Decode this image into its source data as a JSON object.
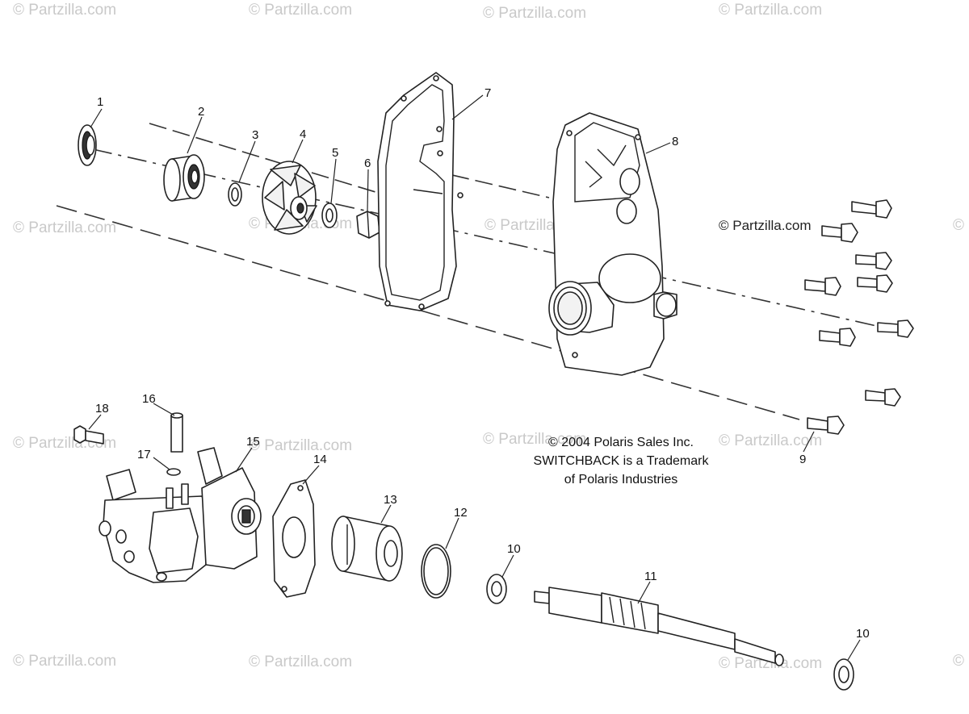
{
  "watermarks": [
    "© Partzilla.com",
    "© Partzilla.com",
    "© Partzilla.com",
    "© Partzilla.com",
    "© Partzilla.com",
    "© Partzilla.com",
    "© Partzilla.com",
    "© Partzilla.com",
    "© Partzilla.com",
    "© Partzilla.com",
    "© Partzilla.com",
    "© Partzilla.com",
    "© Partzilla.com",
    "© Partzilla.com",
    "© Partzilla.com",
    "© Partzilla.com"
  ],
  "brand_mark": "© Partzilla.com",
  "copyright": {
    "line1": "© 2004 Polaris Sales Inc.",
    "line2": "SWITCHBACK is a Trademark",
    "line3": "of Polaris Industries"
  },
  "callouts": {
    "c1": "1",
    "c2": "2",
    "c3": "3",
    "c4": "4",
    "c5": "5",
    "c6": "6",
    "c7": "7",
    "c8": "8",
    "c9": "9",
    "c10a": "10",
    "c10b": "10",
    "c11": "11",
    "c12": "12",
    "c13": "13",
    "c14": "14",
    "c15": "15",
    "c16": "16",
    "c17": "17",
    "c18": "18"
  },
  "colors": {
    "line": "#222222",
    "watermark": "#c9c9c9",
    "background": "#ffffff"
  }
}
